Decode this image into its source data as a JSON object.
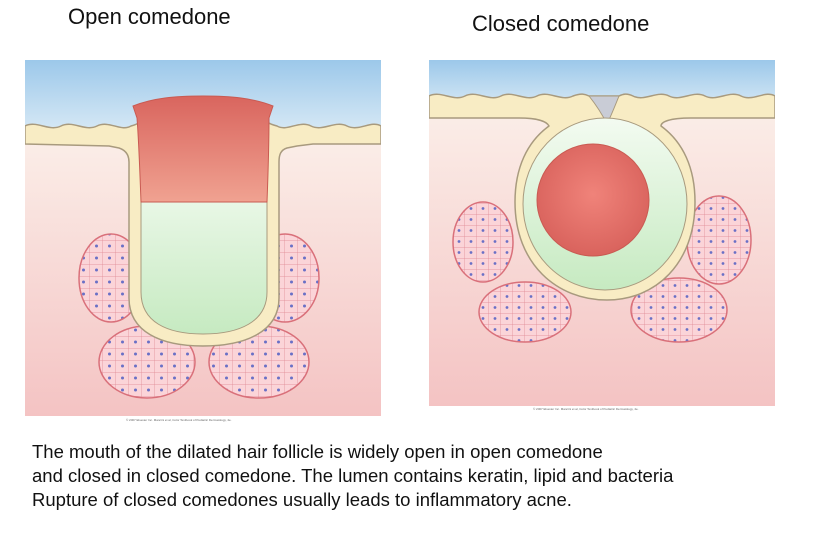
{
  "titles": {
    "open": "Open comedone",
    "closed": "Closed comedone"
  },
  "credits": {
    "open": "© 2007 Elsevier Inc. Mancini et al, Color Textbook of Pediatric Dermatology, 4e.",
    "closed": "© 2007 Elsevier Inc. Mancini et al, Color Textbook of Pediatric Dermatology, 4e."
  },
  "caption": {
    "line1": "The mouth of the dilated hair follicle is widely open in open comedone",
    "line2": "and closed in closed comedone. The lumen contains keratin, lipid and bacteria",
    "line3": "Rupture of closed comedones usually  leads to inflammatory acne."
  },
  "colors": {
    "sky": "#aed3ee",
    "dermis": "#f6cccc",
    "epidermis": "#f8ecc4",
    "keratin_plug": "#db6f66",
    "lumen": "#d2efcb",
    "gland_cell": "#fbd2d6",
    "gland_outline": "#d9707a",
    "nucleus": "#6a70c6"
  }
}
